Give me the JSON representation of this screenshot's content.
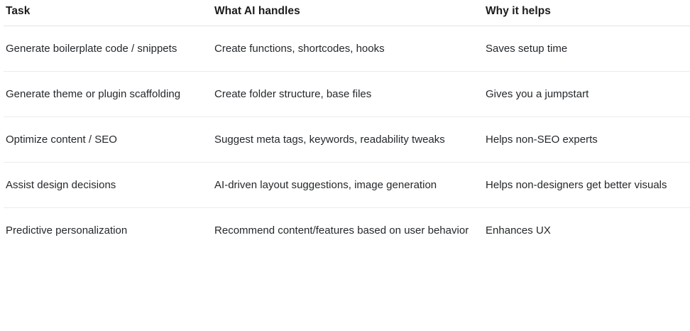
{
  "table": {
    "columns": [
      "Task",
      "What AI handles",
      "Why it helps"
    ],
    "rows": [
      {
        "task": "Generate boilerplate code / snippets",
        "what_ai_handles": "Create functions, shortcodes, hooks",
        "why_it_helps": "Saves setup time"
      },
      {
        "task": "Generate theme or plugin scaffolding",
        "what_ai_handles": "Create folder structure, base files",
        "why_it_helps": "Gives you a jumpstart"
      },
      {
        "task": "Optimize content / SEO",
        "what_ai_handles": "Suggest meta tags, keywords, readability tweaks",
        "why_it_helps": "Helps non-SEO experts"
      },
      {
        "task": "Assist design decisions",
        "what_ai_handles": "AI-driven layout suggestions, image generation",
        "why_it_helps": "Helps non-designers get better visuals"
      },
      {
        "task": "Predictive personalization",
        "what_ai_handles": "Recommend content/features based on user behavior",
        "why_it_helps": "Enhances UX"
      }
    ]
  },
  "colors": {
    "background": "#ffffff",
    "header_text": "#1b1b1b",
    "body_text": "#24282c",
    "header_rule": "#e3e3e3",
    "row_rule": "#ececec"
  }
}
